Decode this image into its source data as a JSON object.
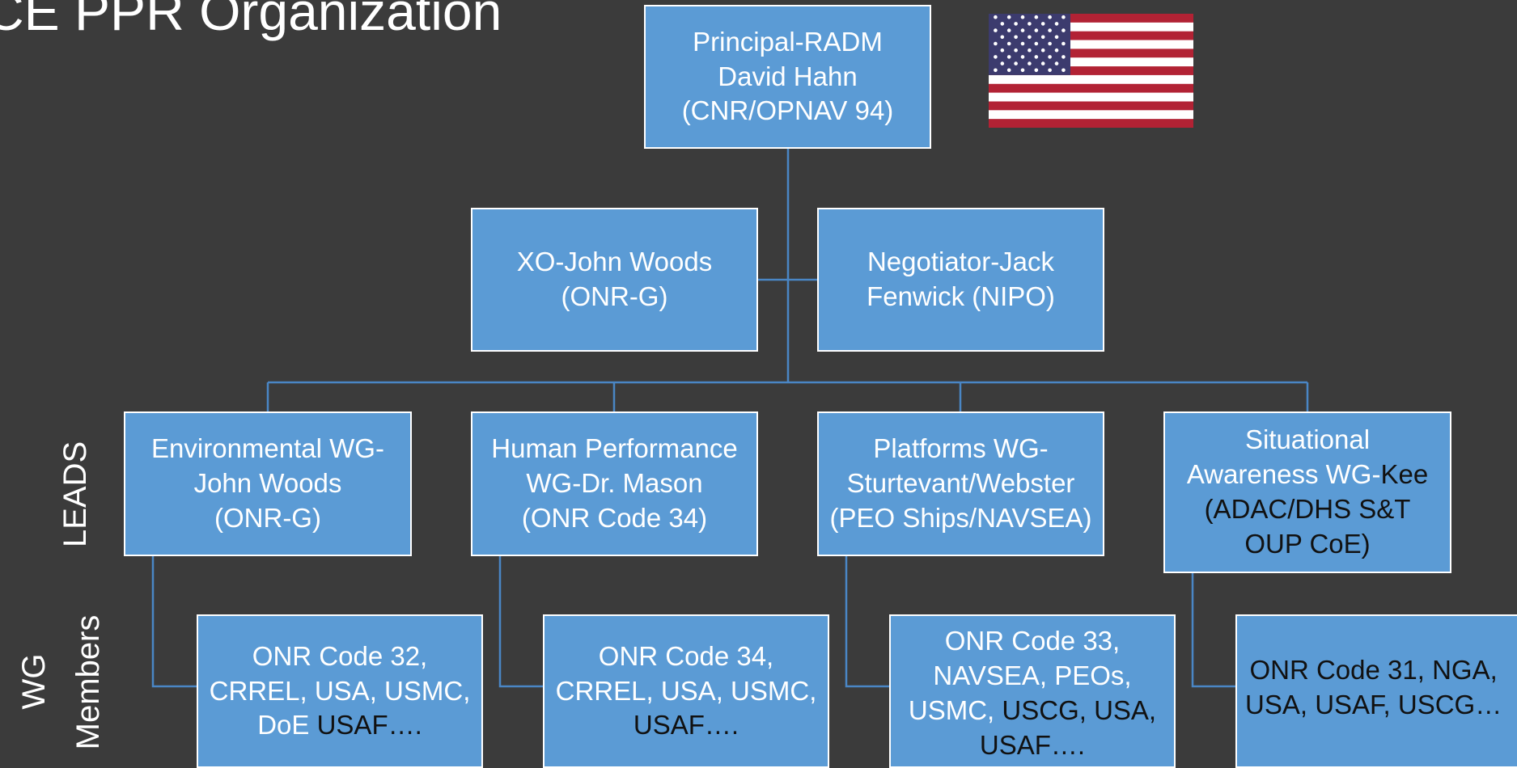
{
  "title": "CE PPR Organization",
  "side_labels": {
    "leads": "LEADS",
    "wg_members_line1": "WG",
    "wg_members_line2": "Members"
  },
  "principal": {
    "text": "Principal-RADM\nDavid Hahn\n(CNR/OPNAV 94)"
  },
  "xo": {
    "text": "XO-John Woods\n(ONR-G)"
  },
  "negotiator": {
    "text": "Negotiator-Jack\nFenwick (NIPO)"
  },
  "leads": [
    {
      "main": "Environmental WG-\nJohn Woods\n(ONR-G)",
      "tail": ""
    },
    {
      "main": "Human Performance\nWG-Dr. Mason\n(ONR Code 34)",
      "tail": ""
    },
    {
      "main": "Platforms WG-\nSturtevant/Webster\n(PEO Ships/NAVSEA)",
      "tail": ""
    },
    {
      "main": "Situational\nAwareness WG-",
      "tail": "Kee\n(ADAC/DHS S&T\nOUP CoE)"
    }
  ],
  "members": [
    {
      "main": "ONR Code 32,\nCRREL, USA, USMC,\nDoE ",
      "tail": "USAF…."
    },
    {
      "main": "ONR Code 34,\nCRREL, USA, USMC,\n",
      "tail": "USAF…."
    },
    {
      "main": "ONR Code 33,\nNAVSEA, PEOs,\nUSMC, ",
      "tail": "USCG, USA,\nUSAF…."
    },
    {
      "main": "",
      "tail": "ONR Code 31, NGA,\nUSA, USAF, USCG…"
    }
  ],
  "flag_icon": "us-flag-icon",
  "colors": {
    "background": "#3b3b3b",
    "box_fill": "#5b9bd5",
    "box_border": "#ffffff",
    "connector": "#5b9bd5"
  }
}
